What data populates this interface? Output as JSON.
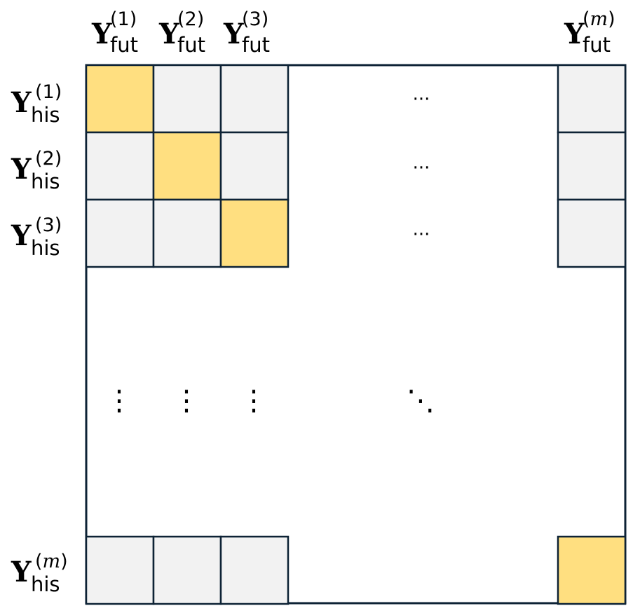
{
  "diagram": {
    "matrix_label": "",
    "colors": {
      "border": "#0d2235",
      "cell_gray": "#f2f2f2",
      "cell_diag": "#ffdf80",
      "background": "#ffffff"
    },
    "column_labels": [
      {
        "base": "Y",
        "sub": "fut",
        "sup": "(1)",
        "sup_parts": [
          "(",
          "1",
          ")"
        ]
      },
      {
        "base": "Y",
        "sub": "fut",
        "sup": "(2)",
        "sup_parts": [
          "(",
          "2",
          ")"
        ]
      },
      {
        "base": "Y",
        "sub": "fut",
        "sup": "(3)",
        "sup_parts": [
          "(",
          "3",
          ")"
        ]
      },
      {
        "base": "Y",
        "sub": "fut",
        "sup": "(m)",
        "sup_parts": [
          "(",
          "m",
          ")"
        ]
      }
    ],
    "row_labels": [
      {
        "base": "Y",
        "sub": "his",
        "sup": "(1)",
        "sup_parts": [
          "(",
          "1",
          ")"
        ]
      },
      {
        "base": "Y",
        "sub": "his",
        "sup": "(2)",
        "sup_parts": [
          "(",
          "2",
          ")"
        ]
      },
      {
        "base": "Y",
        "sub": "his",
        "sup": "(3)",
        "sup_parts": [
          "(",
          "3",
          ")"
        ]
      },
      {
        "base": "Y",
        "sub": "his",
        "sup": "(m)",
        "sup_parts": [
          "(",
          "m",
          ")"
        ]
      }
    ],
    "ellipsis": {
      "horizontal": "···",
      "vertical": "⋮",
      "diagonal": "⋱"
    },
    "cells": [
      {
        "row": 1,
        "col": 1,
        "state": "diagonal"
      },
      {
        "row": 1,
        "col": 2,
        "state": "off-diagonal"
      },
      {
        "row": 1,
        "col": 3,
        "state": "off-diagonal"
      },
      {
        "row": 1,
        "col": "m",
        "state": "off-diagonal"
      },
      {
        "row": 2,
        "col": 1,
        "state": "off-diagonal"
      },
      {
        "row": 2,
        "col": 2,
        "state": "diagonal"
      },
      {
        "row": 2,
        "col": 3,
        "state": "off-diagonal"
      },
      {
        "row": 2,
        "col": "m",
        "state": "off-diagonal"
      },
      {
        "row": 3,
        "col": 1,
        "state": "off-diagonal"
      },
      {
        "row": 3,
        "col": 2,
        "state": "off-diagonal"
      },
      {
        "row": 3,
        "col": 3,
        "state": "diagonal"
      },
      {
        "row": 3,
        "col": "m",
        "state": "off-diagonal"
      },
      {
        "row": "m",
        "col": 1,
        "state": "off-diagonal"
      },
      {
        "row": "m",
        "col": 2,
        "state": "off-diagonal"
      },
      {
        "row": "m",
        "col": 3,
        "state": "off-diagonal"
      },
      {
        "row": "m",
        "col": "m",
        "state": "diagonal"
      }
    ]
  }
}
